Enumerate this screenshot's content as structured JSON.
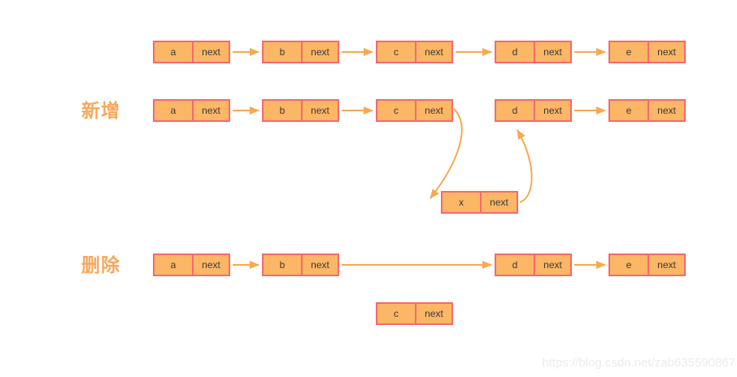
{
  "diagram_type": "singly-linked-list operations",
  "watermark": "https://blog.csdn.net/zab635590867",
  "node_pointer_label": "next",
  "colors": {
    "node_fill": "#FBB666",
    "node_border": "#F5696E",
    "arrow": "#F7A94F",
    "row_label": "#F9A75B",
    "node_text": "#3a3a3a",
    "watermark": "#ebebeb",
    "background": "#ffffff"
  },
  "rows": [
    {
      "name": "original-list",
      "label": "",
      "nodes": [
        {
          "value": "a",
          "next": "next"
        },
        {
          "value": "b",
          "next": "next"
        },
        {
          "value": "c",
          "next": "next"
        },
        {
          "value": "d",
          "next": "next"
        },
        {
          "value": "e",
          "next": "next"
        }
      ],
      "links": [
        "a→b",
        "b→c",
        "c→d",
        "d→e"
      ]
    },
    {
      "name": "insert-operation",
      "label": "新增",
      "nodes": [
        {
          "value": "a",
          "next": "next"
        },
        {
          "value": "b",
          "next": "next"
        },
        {
          "value": "c",
          "next": "next"
        },
        {
          "value": "d",
          "next": "next"
        },
        {
          "value": "e",
          "next": "next"
        }
      ],
      "floating_node": {
        "value": "x",
        "next": "next"
      },
      "links": [
        "a→b",
        "b→c",
        "c→x (curved)",
        "x→d (curved)",
        "d→e"
      ]
    },
    {
      "name": "delete-operation",
      "label": "删除",
      "nodes": [
        {
          "value": "a",
          "next": "next"
        },
        {
          "value": "b",
          "next": "next"
        },
        {
          "value": "d",
          "next": "next"
        },
        {
          "value": "e",
          "next": "next"
        }
      ],
      "floating_node": {
        "value": "c",
        "next": "next"
      },
      "links": [
        "a→b",
        "b→d (long)",
        "d→e"
      ]
    }
  ]
}
